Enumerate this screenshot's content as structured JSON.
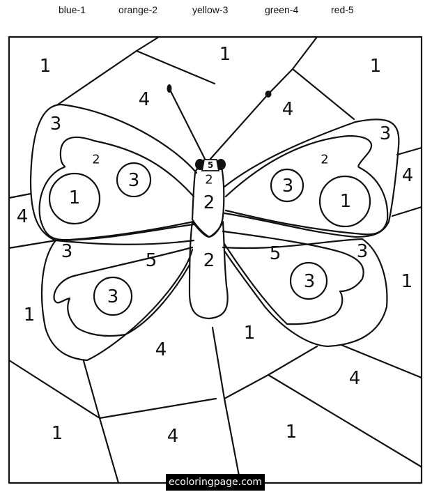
{
  "legend": {
    "items": [
      {
        "number": 1,
        "color_name": "blue",
        "label": "blue-1",
        "color": "#2b5fd9"
      },
      {
        "number": 2,
        "color_name": "orange",
        "label": "orange-2",
        "color": "#f28c1c"
      },
      {
        "number": 3,
        "color_name": "yellow",
        "label": "yellow-3",
        "color": "#f5d90a"
      },
      {
        "number": 4,
        "color_name": "green",
        "label": "green-4",
        "color": "#2fa84f"
      },
      {
        "number": 5,
        "color_name": "red",
        "label": "red-5",
        "color": "#d62828"
      }
    ]
  },
  "regions": {
    "bg_top_left": "1",
    "bg_top_center": "1",
    "bg_top_right": "1",
    "bg_upper_left_wedge": "4",
    "bg_upper_right_wedge": "4",
    "bg_left_mid": "4",
    "bg_right_mid": "4",
    "bg_left_lower": "1",
    "bg_right_lower": "1",
    "bg_bottom_center_upper": "4",
    "bg_center_lower": "1",
    "bg_bottom_right_upper": "4",
    "bg_bottom_left": "1",
    "bg_bottom_center": "4",
    "bg_bottom_right": "1",
    "wing_ul_outer": "3",
    "wing_ul_inner": "2",
    "wing_ul_big_spot": "1",
    "wing_ul_small_spot": "3",
    "wing_ur_outer": "3",
    "wing_ur_inner": "2",
    "wing_ur_big_spot": "1",
    "wing_ur_small_spot": "3",
    "wing_ll_outer": "3",
    "wing_ll_inner": "5",
    "wing_ll_spot": "3",
    "wing_lr_outer": "3",
    "wing_lr_inner": "5",
    "wing_lr_spot": "3",
    "head": "5",
    "thorax_top": "2",
    "thorax": "2",
    "abdomen": "2"
  },
  "watermark": {
    "text": "ecoloringpage.com"
  }
}
